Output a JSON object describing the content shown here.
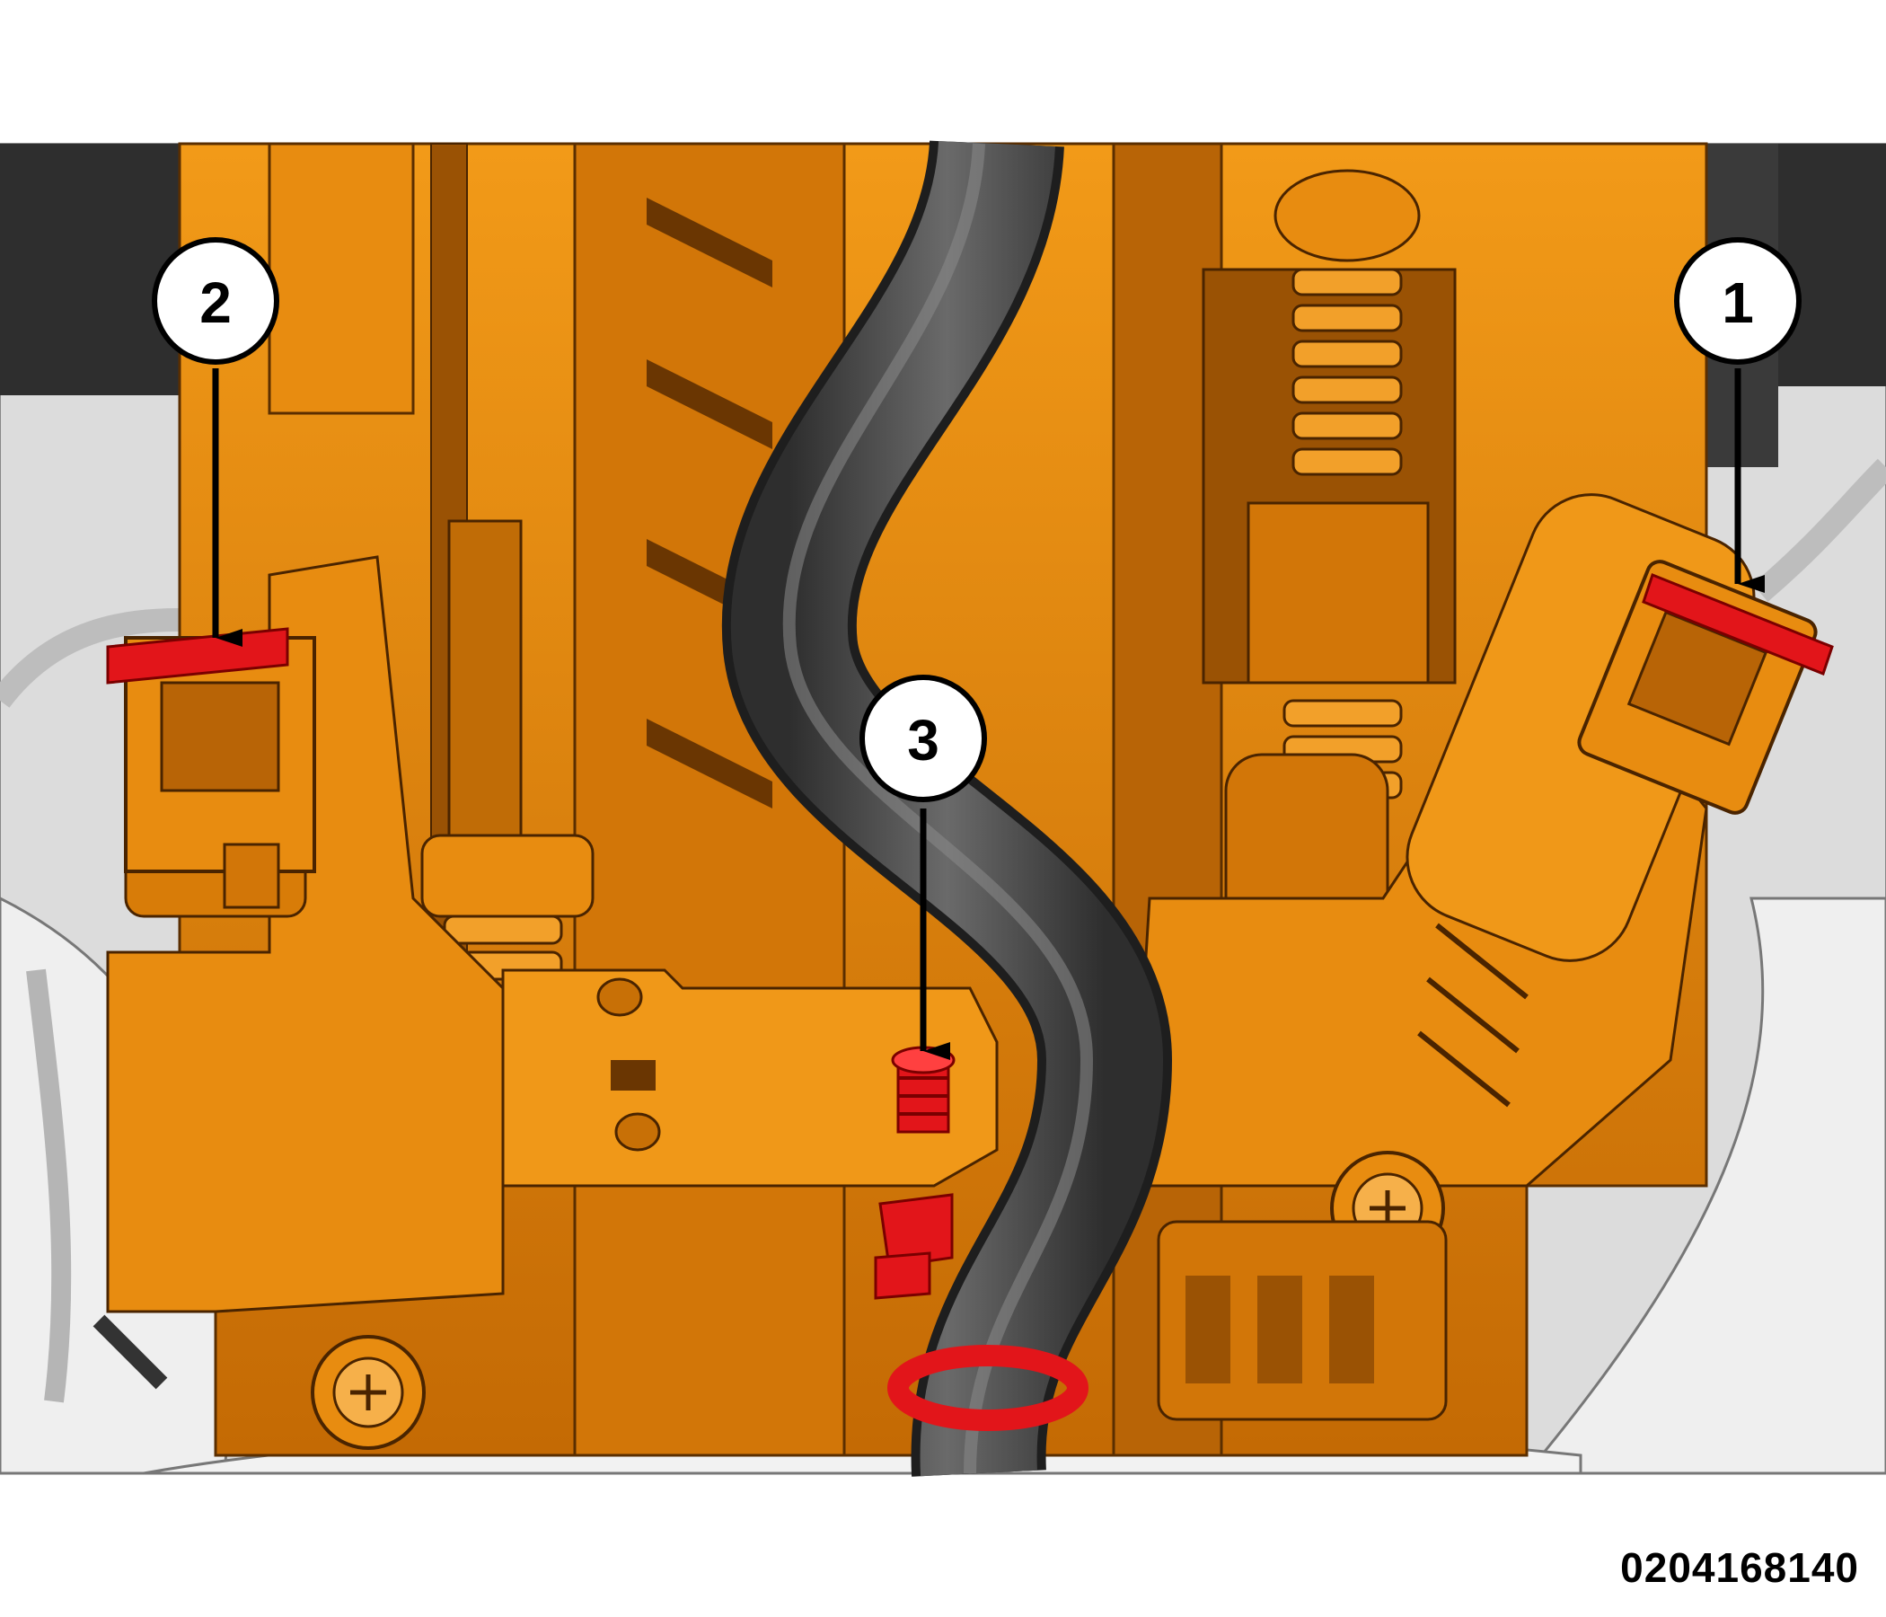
{
  "figure": {
    "id": "0204168140",
    "colors": {
      "component": "#e8890c",
      "component_shade": "#8a4a04",
      "highlight": "#e2151a",
      "hose": "#4a4a4a",
      "background_parts": "#d9d9d9",
      "dark_parts": "#2c2c2c"
    }
  },
  "callouts": [
    {
      "number": "1",
      "target": "right connector (red lock tab)"
    },
    {
      "number": "2",
      "target": "left connector (red lock tab)"
    },
    {
      "number": "3",
      "target": "red push-pin clip"
    }
  ]
}
